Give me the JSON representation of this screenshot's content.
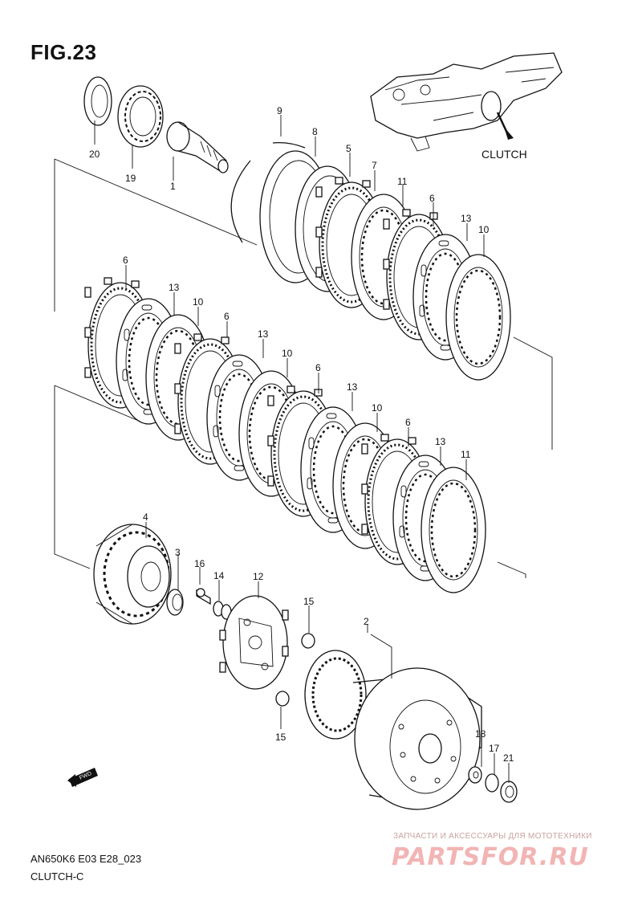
{
  "figure": {
    "title": "FIG.23"
  },
  "inset": {
    "label": "CLUTCH"
  },
  "callouts": {
    "c1": "1",
    "c2": "2",
    "c3": "3",
    "c4": "4",
    "c5": "5",
    "c6": "6",
    "c7": "7",
    "c8": "8",
    "c9": "9",
    "c10": "10",
    "c11": "11",
    "c12": "12",
    "c13": "13",
    "c14": "14",
    "c15": "15",
    "c16": "16",
    "c17": "17",
    "c18": "18",
    "c19": "19",
    "c20": "20",
    "c21": "21"
  },
  "footer": {
    "model_code": "AN650K6 E03 E28_023",
    "section_name": "CLUTCH-C"
  },
  "direction_marker": {
    "label": "FWD"
  },
  "watermark": {
    "tagline": "ЗАПЧАСТИ И АКСЕССУАРЫ ДЛЯ МОТОТЕХНИКИ",
    "brand": "PARTSFOR.RU"
  }
}
